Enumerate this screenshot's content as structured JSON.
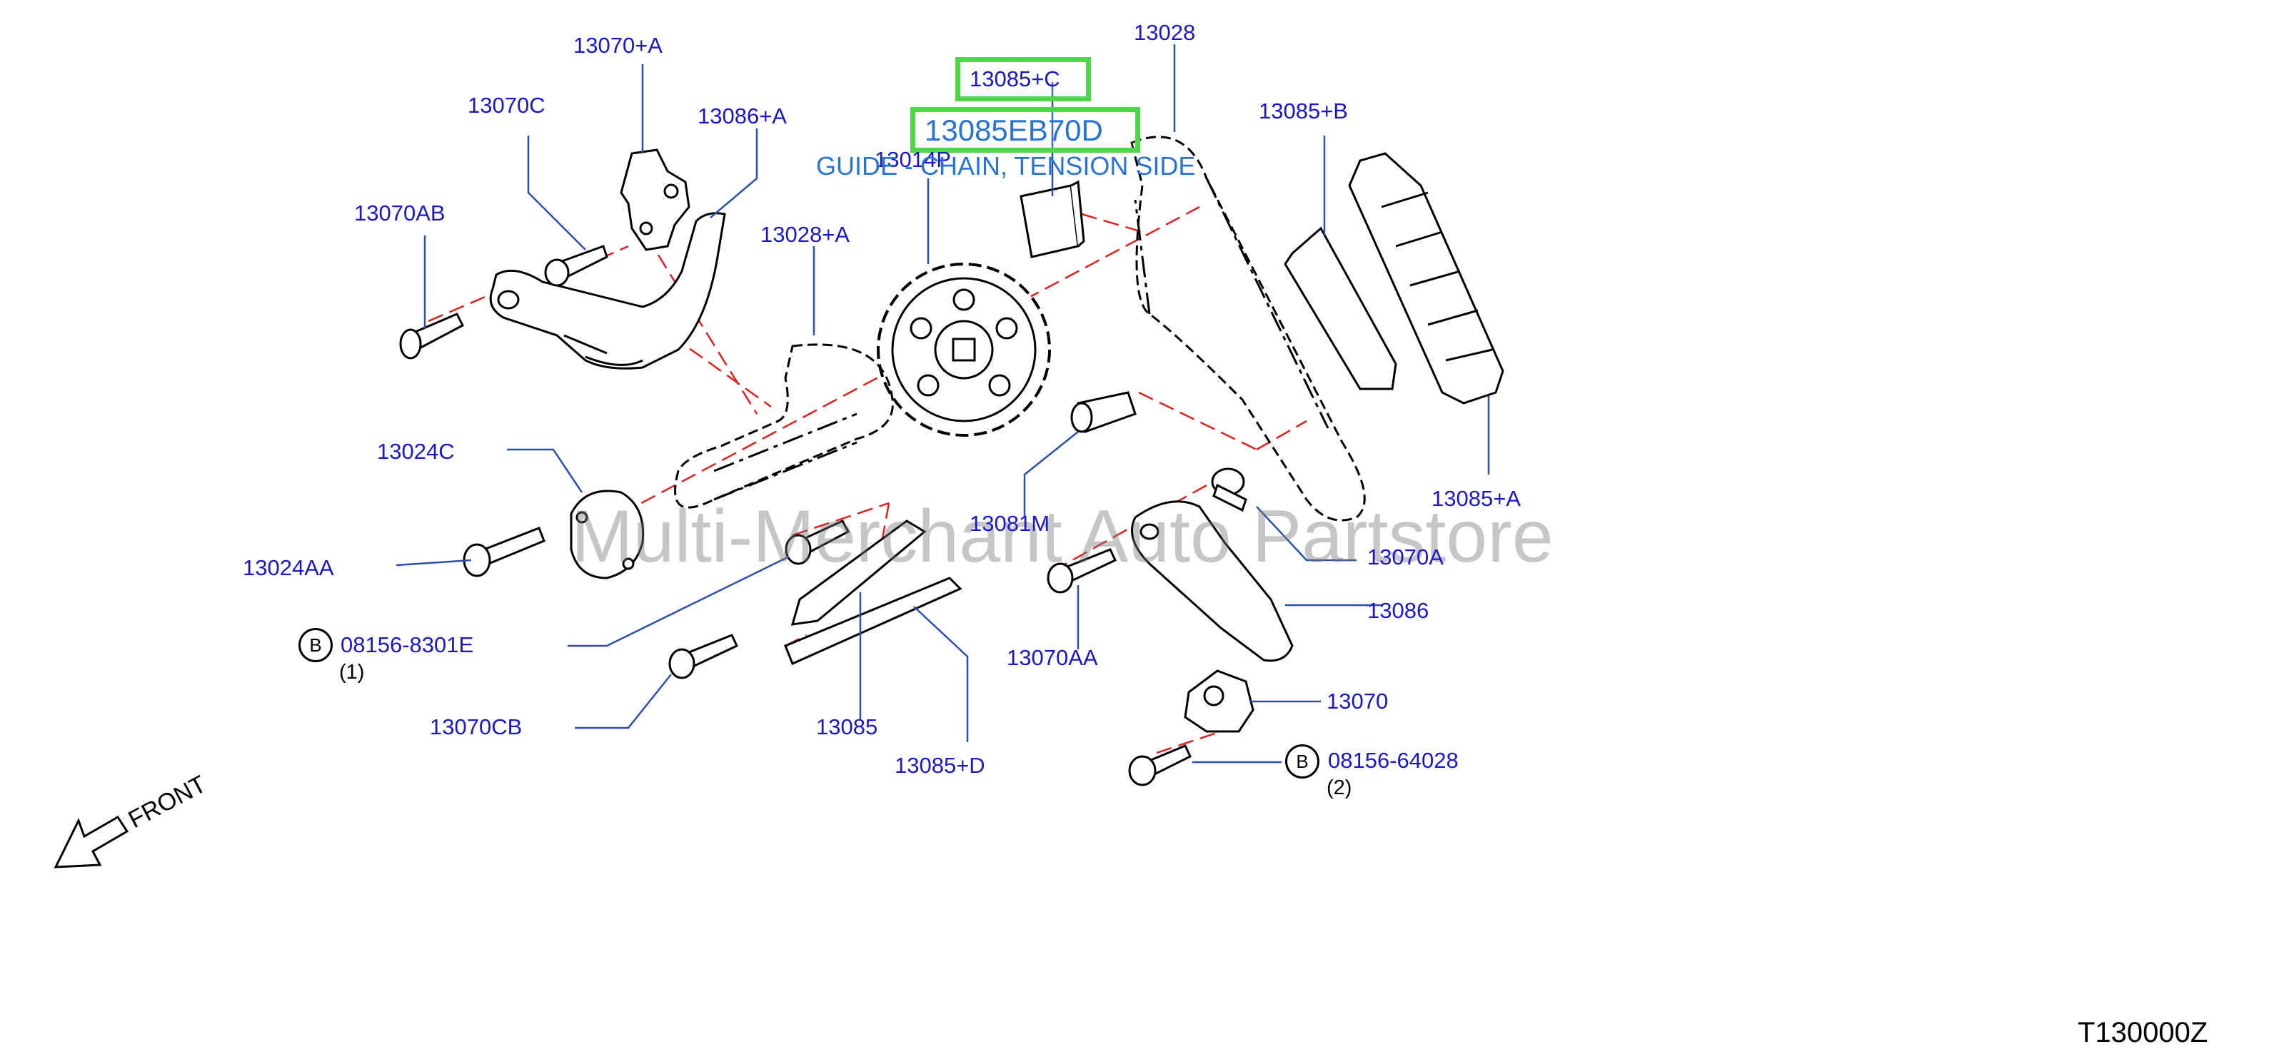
{
  "diagram_code": "T130000Z",
  "front_label": "FRONT",
  "watermark": "Multi-Merchant Auto Partstore",
  "highlight": {
    "part_number": "13085EB70D",
    "description": "GUIDE - CHAIN, TENSION SIDE",
    "color": "#4fd64a"
  },
  "part_labels": [
    {
      "id": "13070pA",
      "text": "13070+A"
    },
    {
      "id": "13070C",
      "text": "13070C"
    },
    {
      "id": "13086pA",
      "text": "13086+A"
    },
    {
      "id": "13070AB",
      "text": "13070AB"
    },
    {
      "id": "13028pA",
      "text": "13028+A"
    },
    {
      "id": "13085pC",
      "text": "13085+C"
    },
    {
      "id": "13014P",
      "text": "13014P"
    },
    {
      "id": "13028",
      "text": "13028"
    },
    {
      "id": "13085pB",
      "text": "13085+B"
    },
    {
      "id": "13024C",
      "text": "13024C"
    },
    {
      "id": "13024AA",
      "text": "13024AA"
    },
    {
      "id": "08156-8301E",
      "text": "08156-8301E"
    },
    {
      "id": "13070CB",
      "text": "13070CB"
    },
    {
      "id": "13085",
      "text": "13085"
    },
    {
      "id": "13085pD",
      "text": "13085+D"
    },
    {
      "id": "13081M",
      "text": "13081M"
    },
    {
      "id": "13070AA",
      "text": "13070AA"
    },
    {
      "id": "13070A",
      "text": "13070A"
    },
    {
      "id": "13086",
      "text": "13086"
    },
    {
      "id": "13085pA",
      "text": "13085+A"
    },
    {
      "id": "13070",
      "text": "13070"
    },
    {
      "id": "08156-64028",
      "text": "08156-64028"
    }
  ],
  "bolt_markers": [
    {
      "id": "b1",
      "letter": "B",
      "qty": "(1)"
    },
    {
      "id": "b2",
      "letter": "B",
      "qty": "(2)"
    }
  ],
  "colors": {
    "label": "#1a17c8",
    "leader": "#2a4fb0",
    "part_line": "#000000",
    "centerline": "#e02020",
    "watermark": "#8a8a8a"
  }
}
